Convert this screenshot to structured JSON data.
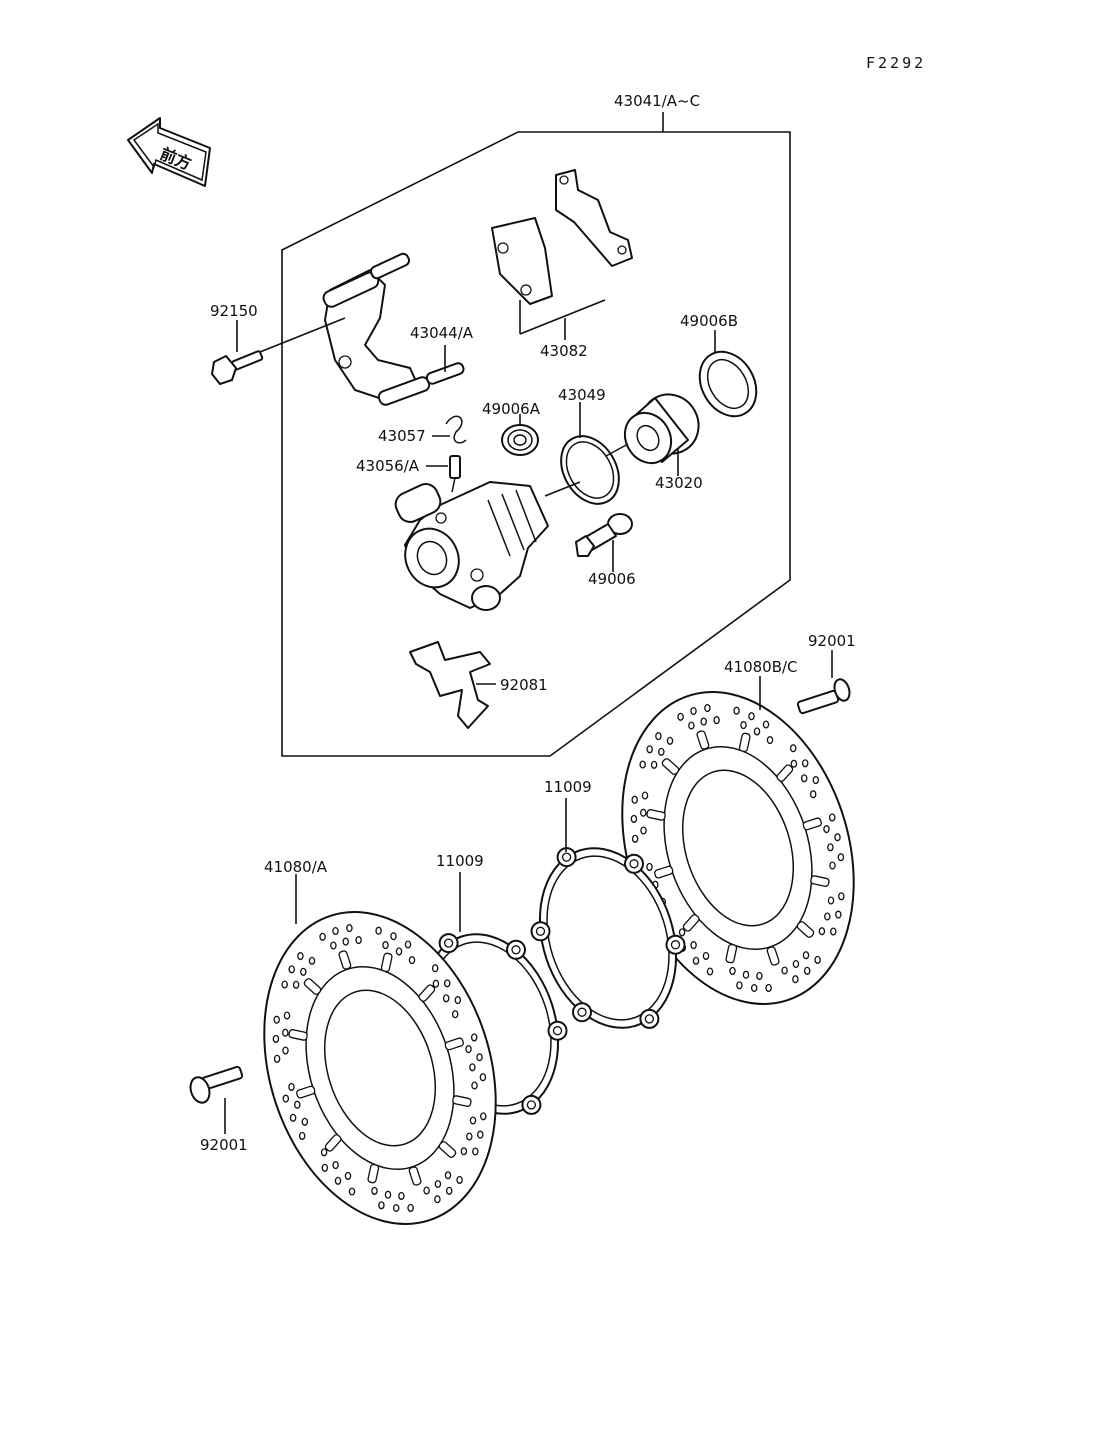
{
  "figure_code": "F2292",
  "front_badge": "前方",
  "labels": {
    "assembly": "43041/A~C",
    "bolt_caliper": "92150",
    "bracket": "43044/A",
    "pads": "43082",
    "seal_outer": "49006B",
    "seal_boot": "49006A",
    "piston_seal": "43049",
    "pad_spring": "43057",
    "bleed_valve": "43056/A",
    "piston": "43020",
    "pin_bolt": "49006",
    "anti_rattle": "92081",
    "bolt_disc_right": "92001",
    "disc_right": "41080B/C",
    "gasket_right": "11009",
    "gasket_left": "11009",
    "disc_left": "41080/A",
    "bolt_disc_left": "92001"
  }
}
